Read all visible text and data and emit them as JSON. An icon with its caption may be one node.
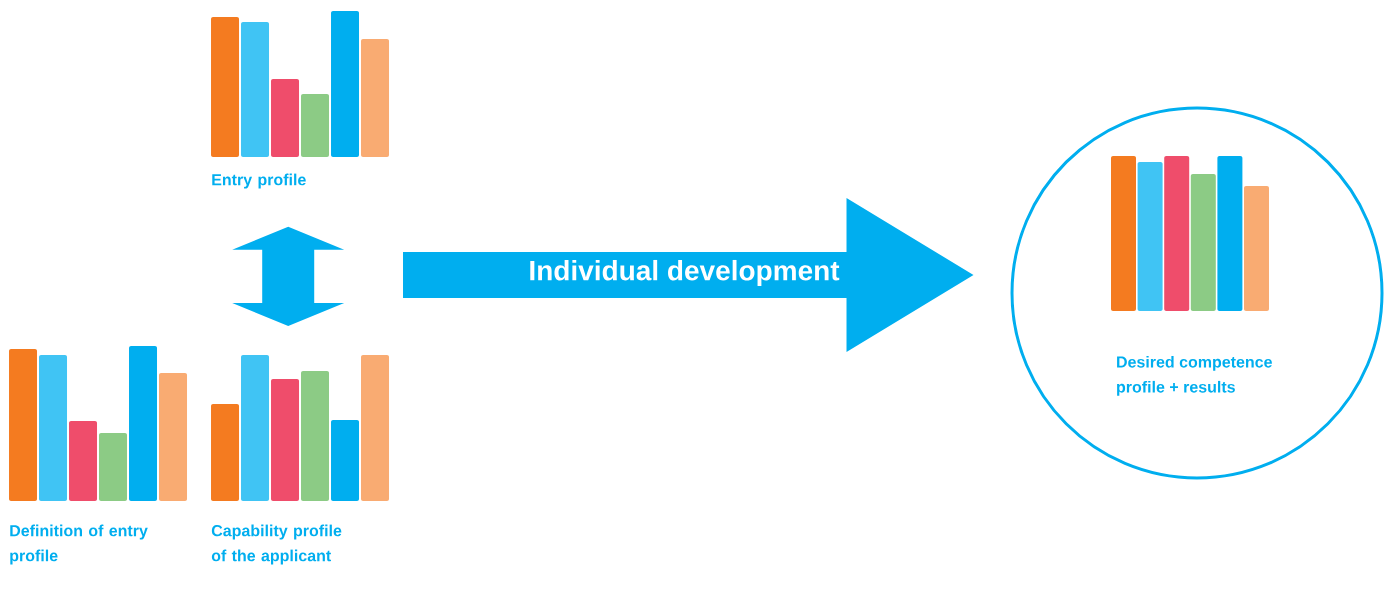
{
  "diagram": {
    "nodes": [
      {
        "text": [
          "Entry profile"
        ]
      },
      {
        "text": [
          "Definition of entry profile"
        ]
      },
      {
        "text": [
          "Capability profile of the applicant"
        ]
      },
      {
        "text": [
          "Desired competence profile + results"
        ]
      }
    ],
    "edges": [
      {
        "from": 0,
        "to": 2,
        "arrow": "both"
      },
      {
        "from": null,
        "to": 3,
        "arrow": "to",
        "label": "Individual development"
      }
    ]
  }
}
